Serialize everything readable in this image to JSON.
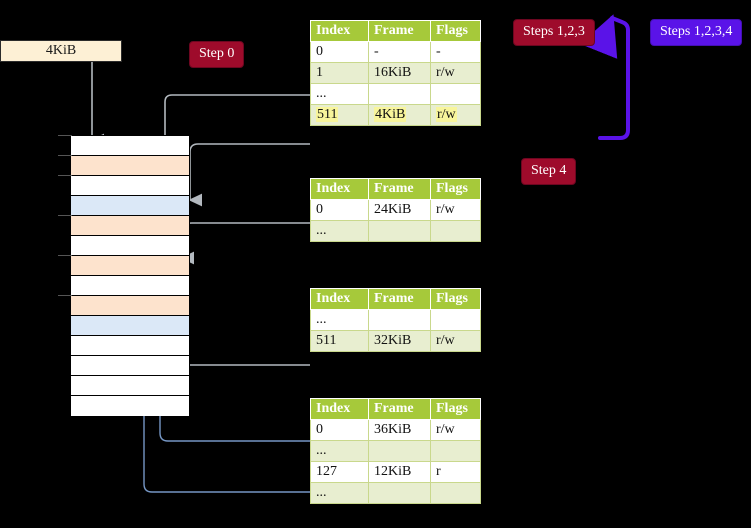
{
  "labels": {
    "step0": "Step 0",
    "step4": "Step 4",
    "steps123": "Steps 1,2,3",
    "steps1234": "Steps 1,2,3,4",
    "mem_label": "4KiB"
  },
  "colors": {
    "badge_red": "#9e0b2b",
    "badge_purple": "#5a13e8",
    "table_header_green": "#a6c93a",
    "table_alt_row": "#e8eed0",
    "highlight_yellow": "#f8f59b",
    "mem_orange": "#fde3cd",
    "mem_blue": "#dbe8f7",
    "mem_label_bg": "#fdf0d5",
    "arrow_gray": "#9aa0a6",
    "arrow_blue": "#5b7fb0",
    "arrow_purple": "#5a13e8"
  },
  "tables": [
    {
      "name": "page-table-level-0",
      "headers": [
        "Index",
        "Frame",
        "Flags"
      ],
      "rows": [
        {
          "style": "plain",
          "highlight": false,
          "cells": [
            "0",
            "-",
            "-"
          ]
        },
        {
          "style": "alt",
          "highlight": false,
          "cells": [
            "1",
            "16KiB",
            "r/w"
          ]
        },
        {
          "style": "plain",
          "highlight": false,
          "cells": [
            "...",
            "",
            ""
          ]
        },
        {
          "style": "alt",
          "highlight": true,
          "cells": [
            "511",
            "4KiB",
            "r/w"
          ]
        }
      ]
    },
    {
      "name": "page-table-level-1",
      "headers": [
        "Index",
        "Frame",
        "Flags"
      ],
      "rows": [
        {
          "style": "plain",
          "highlight": false,
          "cells": [
            "0",
            "24KiB",
            "r/w"
          ]
        },
        {
          "style": "alt",
          "highlight": false,
          "cells": [
            "...",
            "",
            ""
          ]
        }
      ]
    },
    {
      "name": "page-table-level-2",
      "headers": [
        "Index",
        "Frame",
        "Flags"
      ],
      "rows": [
        {
          "style": "plain",
          "highlight": false,
          "cells": [
            "...",
            "",
            ""
          ]
        },
        {
          "style": "alt",
          "highlight": false,
          "cells": [
            "511",
            "32KiB",
            "r/w"
          ]
        }
      ]
    },
    {
      "name": "page-table-level-3",
      "headers": [
        "Index",
        "Frame",
        "Flags"
      ],
      "rows": [
        {
          "style": "plain",
          "highlight": false,
          "cells": [
            "0",
            "36KiB",
            "r/w"
          ]
        },
        {
          "style": "alt",
          "highlight": false,
          "cells": [
            "...",
            "",
            ""
          ]
        },
        {
          "style": "plain",
          "highlight": false,
          "cells": [
            "127",
            "12KiB",
            "r"
          ]
        },
        {
          "style": "alt",
          "highlight": false,
          "cells": [
            "...",
            "",
            ""
          ]
        }
      ]
    }
  ],
  "memory_grid": {
    "name": "physical-memory-frames",
    "rows": [
      {
        "fill": "w",
        "tick": true
      },
      {
        "fill": "o",
        "tick": true
      },
      {
        "fill": "w",
        "tick": true
      },
      {
        "fill": "b",
        "tick": false
      },
      {
        "fill": "o",
        "tick": true
      },
      {
        "fill": "w",
        "tick": false
      },
      {
        "fill": "o",
        "tick": true
      },
      {
        "fill": "w",
        "tick": false
      },
      {
        "fill": "o",
        "tick": true
      },
      {
        "fill": "b",
        "tick": false
      },
      {
        "fill": "w",
        "tick": false
      },
      {
        "fill": "w",
        "tick": false
      },
      {
        "fill": "w",
        "tick": false
      },
      {
        "fill": "w",
        "tick": false
      }
    ]
  }
}
